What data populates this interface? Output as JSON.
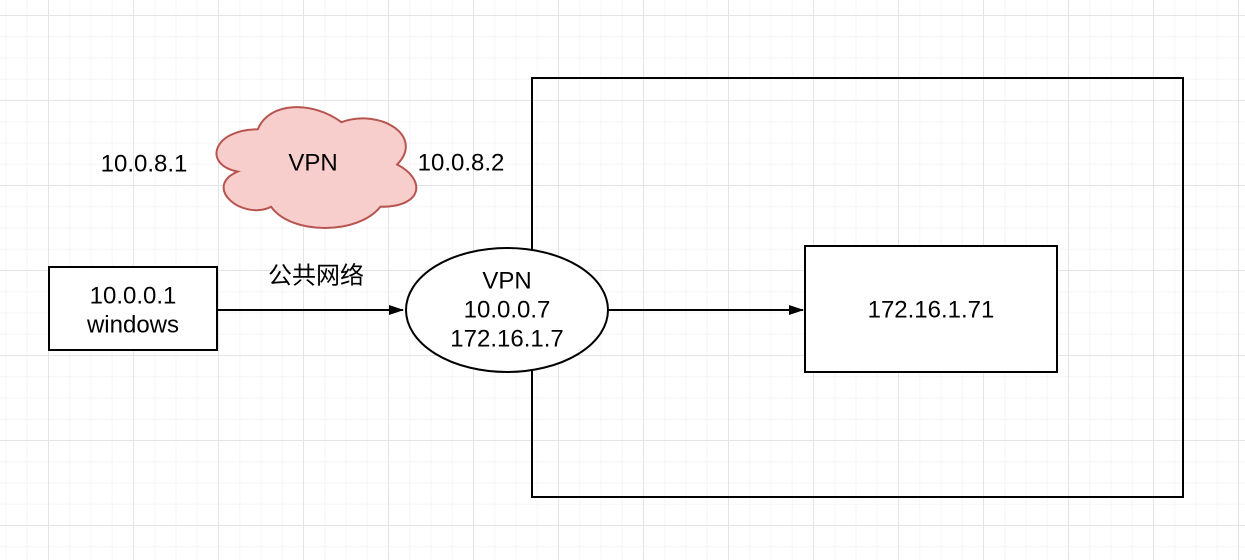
{
  "canvas": {
    "background_color": "#ffffff",
    "grid_minor_color": "#f5f5f7",
    "grid_major_color": "#e4e4e6"
  },
  "theme": {
    "line_color": "#000000",
    "text_color": "#000000"
  },
  "cloud": {
    "label": "VPN",
    "left_ip": "10.0.8.1",
    "right_ip": "10.0.8.2",
    "fill_color": "#f8cecc",
    "stroke_color": "#b85450"
  },
  "client_node": {
    "line1": "10.0.0.1",
    "line2": "windows"
  },
  "public_edge": {
    "label": "公共网络"
  },
  "vpn_node": {
    "line1": "VPN",
    "line2": "10.0.0.7",
    "line3": "172.16.1.7"
  },
  "target_node": {
    "label": "172.16.1.71"
  }
}
